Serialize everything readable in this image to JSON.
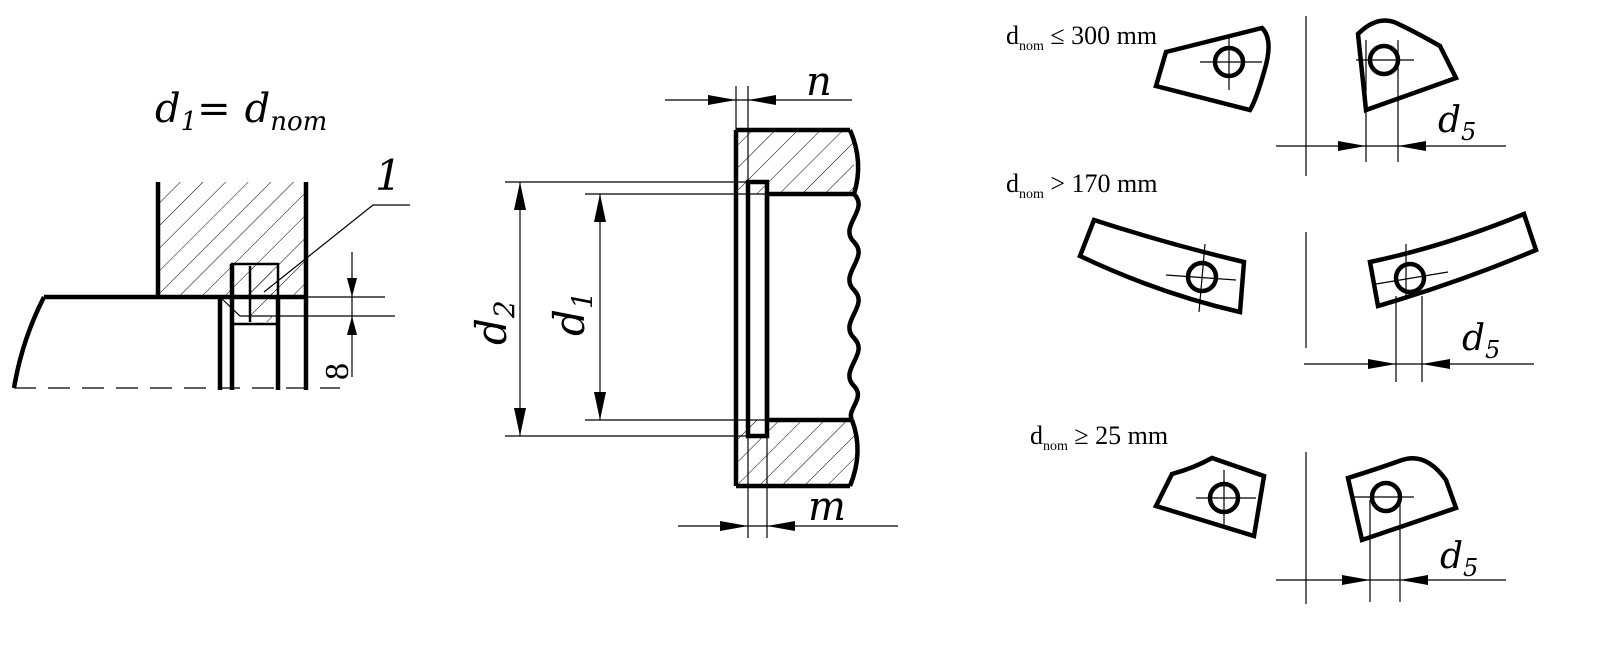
{
  "view_a": {
    "formula": {
      "lhs": "d",
      "lhs_sub": "1",
      "eq": "=",
      "rhs": "d",
      "rhs_sub": "nom"
    },
    "callout": "1",
    "dim_symbol": "8"
  },
  "view_b": {
    "dim_n": "n",
    "dim_m": "m",
    "dim_d2": {
      "base": "d",
      "sub": "2"
    },
    "dim_d1": {
      "base": "d",
      "sub": "1"
    }
  },
  "view_c": {
    "conditions": [
      {
        "base": "d",
        "sub": "nom",
        "rel": " ≤ 300 mm"
      },
      {
        "base": "d",
        "sub": "nom",
        "rel": " > 170 mm"
      },
      {
        "base": "d",
        "sub": "nom",
        "rel": " ≥ 25 mm"
      }
    ],
    "dim_d5": [
      {
        "base": "d",
        "sub": "5"
      },
      {
        "base": "d",
        "sub": "5"
      },
      {
        "base": "d",
        "sub": "5"
      }
    ]
  }
}
